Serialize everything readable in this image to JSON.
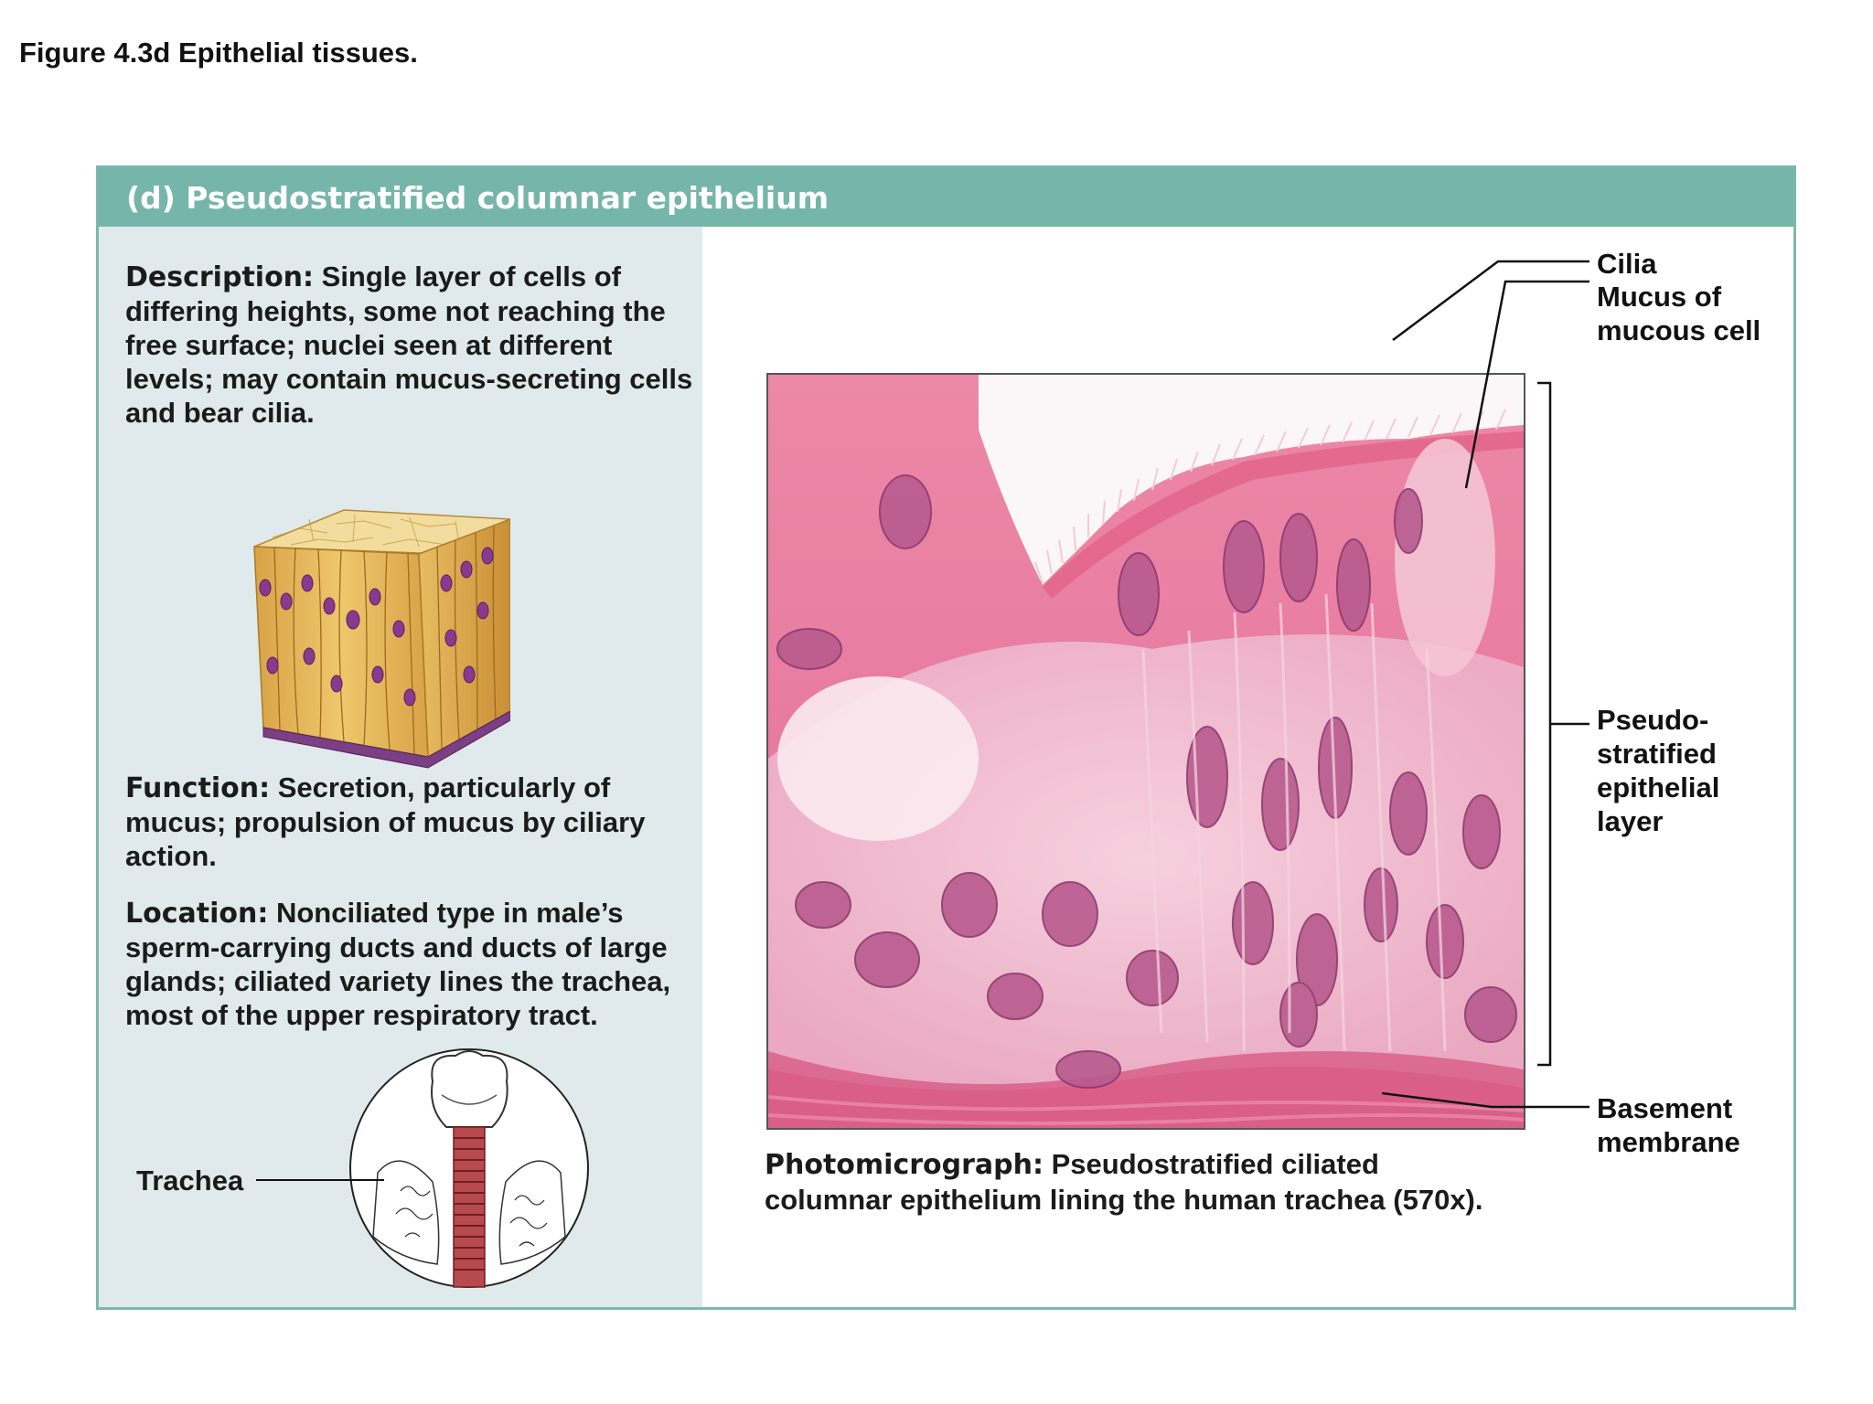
{
  "figure_title": "Figure 4.3d  Epithelial tissues.",
  "panel": {
    "header": "(d)  Pseudostratified columnar epithelium",
    "description": {
      "keyword": "Description:",
      "text": " Single layer of cells of differing heights, some not reaching the free surface; nuclei seen at different levels; may contain mucus-secreting cells and bear cilia."
    },
    "function": {
      "keyword": "Function:",
      "text": " Secretion, particularly of mucus; propulsion of mucus by ciliary action."
    },
    "location": {
      "keyword": "Location:",
      "text": " Nonciliated type in male’s sperm-carrying ducts and ducts of large glands; ciliated variety lines the trachea, most of the upper respiratory tract."
    },
    "trachea_label": "Trachea"
  },
  "micrograph": {
    "labels": {
      "cilia": "Cilia",
      "mucus_line1": "Mucus of",
      "mucus_line2": "mucous cell",
      "layer_line1": "Pseudo-",
      "layer_line2": "stratified",
      "layer_line3": "epithelial",
      "layer_line4": "layer",
      "basement_line1": "Basement",
      "basement_line2": "membrane"
    },
    "caption_keyword": "Photomicrograph:",
    "caption_line1": " Pseudostratified ciliated",
    "caption_line2": "columnar epithelium lining the human trachea (570x)."
  },
  "colors": {
    "header_teal": "#76b5aa",
    "left_panel_bg": "#e0eaec",
    "tissue_pink": "#e7789e",
    "cell_yellow": "#e8b75a",
    "nucleus_purple": "#8a3a8e"
  }
}
